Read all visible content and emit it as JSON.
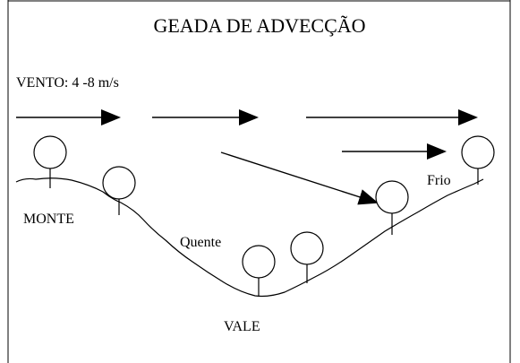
{
  "title": "GEADA DE ADVECÇÃO",
  "wind_label": "VENTO: 4 -8 m/s",
  "labels": {
    "monte": "MONTE",
    "quente": "Quente",
    "frio": "Frio",
    "vale": "VALE"
  },
  "colors": {
    "line": "#000000",
    "background": "#ffffff"
  },
  "icons": [
    "tree-icon",
    "arrow-right-icon"
  ]
}
